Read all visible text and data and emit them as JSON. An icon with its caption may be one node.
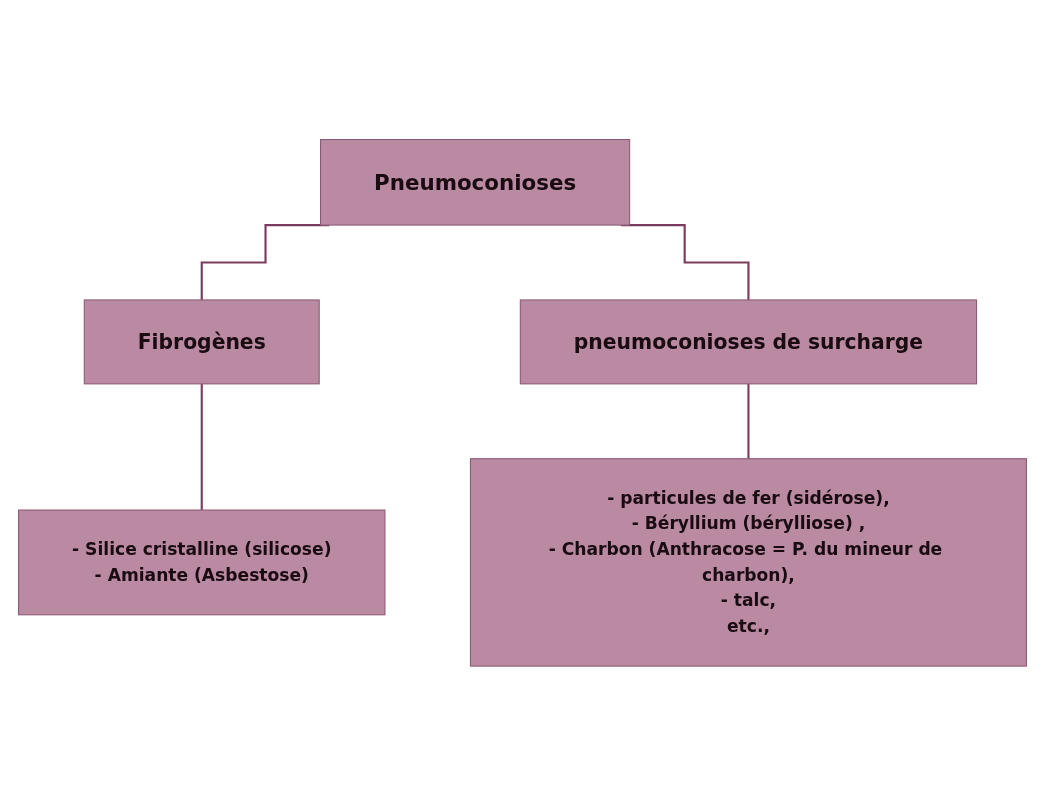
{
  "diagram": {
    "nodes": [
      {
        "text": [
          "Pneumoconioses"
        ]
      },
      {
        "text": [
          "Fibrogènes"
        ]
      },
      {
        "text": [
          "pneumoconioses de surcharge"
        ]
      },
      {
        "text": [
          "- Silice cristalline (silicose)",
          "- Amiante (Asbestose)"
        ]
      },
      {
        "text": [
          "- particules de fer (sidérose),",
          "- Béryllium (bérylliose) ,",
          "- Charbon (Anthracose = P. du mineur de charbon),",
          "- talc,",
          "etc.,"
        ]
      }
    ],
    "edges": [
      {
        "from": 0,
        "to": 1,
        "arrow": "none"
      },
      {
        "from": 0,
        "to": 2,
        "arrow": "none"
      },
      {
        "from": 1,
        "to": 3,
        "arrow": "none"
      },
      {
        "from": 2,
        "to": 4,
        "arrow": "none"
      }
    ]
  }
}
